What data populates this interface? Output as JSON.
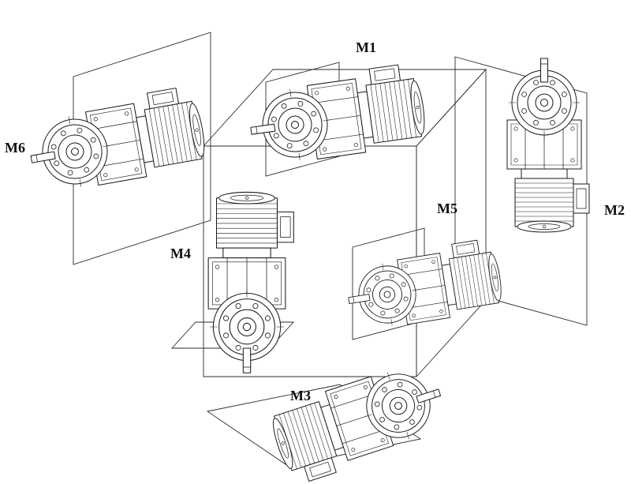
{
  "diagram": {
    "background_color": "#ffffff",
    "line_color": "#1a1a1a",
    "label_color": "#111111",
    "labels": [
      {
        "id": "m1",
        "text": "M1"
      },
      {
        "id": "m2",
        "text": "M2"
      },
      {
        "id": "m3",
        "text": "M3"
      },
      {
        "id": "m4",
        "text": "M4"
      },
      {
        "id": "m5",
        "text": "M5"
      },
      {
        "id": "m6",
        "text": "M6"
      }
    ]
  }
}
